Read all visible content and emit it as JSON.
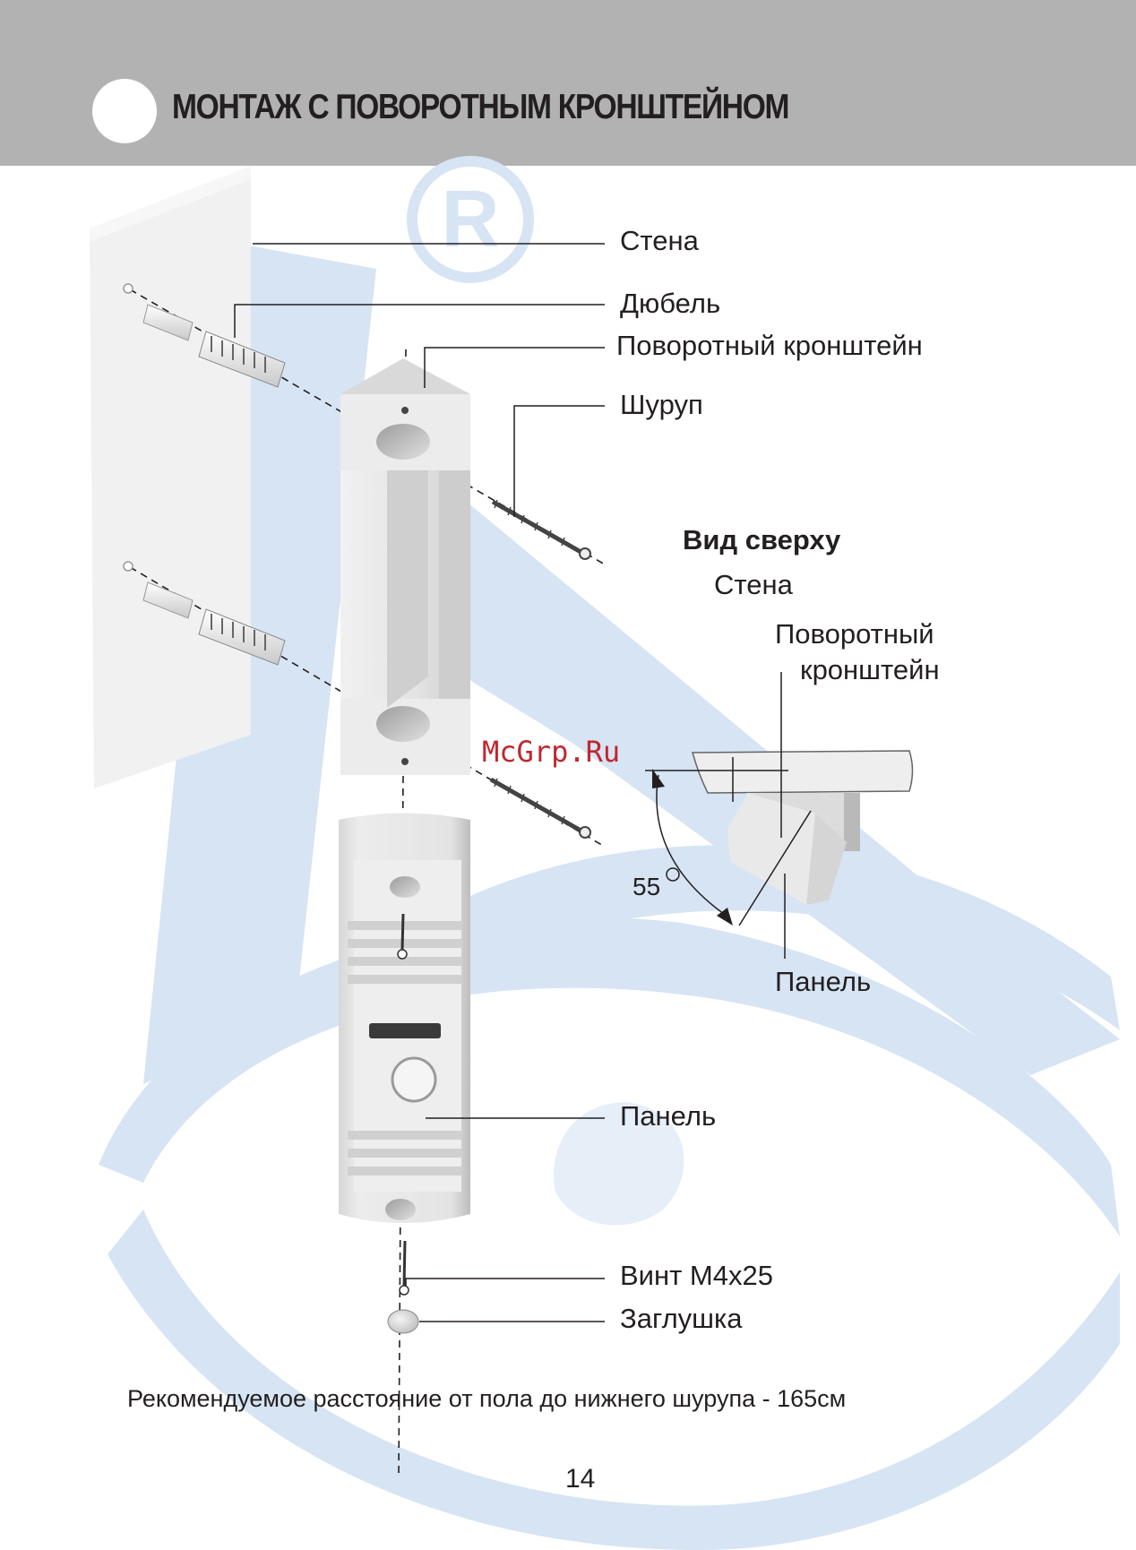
{
  "header": {
    "title": "МОНТАЖ С ПОВОРОТНЫМ КРОНШТЕЙНОМ"
  },
  "labels": {
    "wall": "Стена",
    "dowel": "Дюбель",
    "swivel_bracket": "Поворотный кронштейн",
    "screw": "Шуруп",
    "panel": "Панель",
    "bolt": "Винт М4х25",
    "plug": "Заглушка"
  },
  "top_view": {
    "title": "Вид сверху",
    "wall": "Стена",
    "bracket_line1": "Поворотный",
    "bracket_line2": "кронштейн",
    "panel": "Панель",
    "angle": "55"
  },
  "watermark": "McGrp.Ru",
  "note": "Рекомендуемое расстояние от пола до нижнего шурупа - 165см",
  "page_number": "14",
  "colors": {
    "header_bg": "#b2b2b2",
    "background_logo": "#d6e4f4",
    "watermark_text": "#c0272d",
    "text": "#231f20"
  }
}
